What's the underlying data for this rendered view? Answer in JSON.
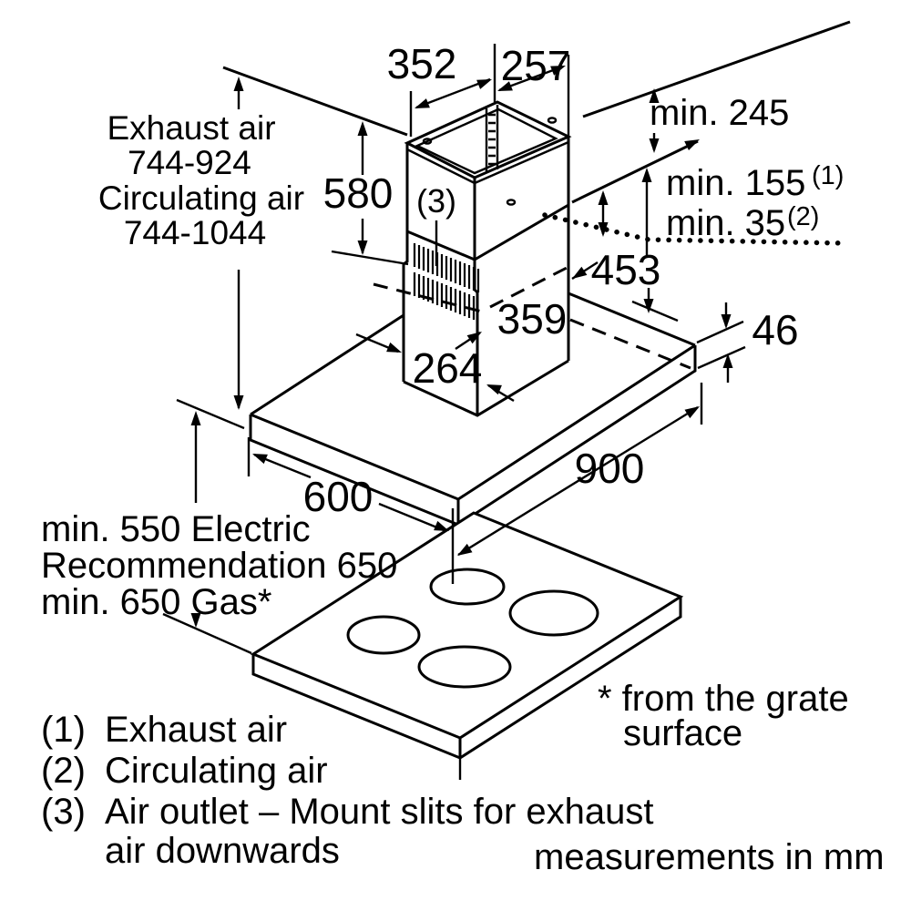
{
  "diagram": {
    "dims": {
      "w352": "352",
      "w257": "257",
      "min245": "min. 245",
      "h580": "580",
      "min155": "min. 155",
      "sup1": "(1)",
      "min35": "min. 35",
      "sup2": "(2)",
      "d453": "453",
      "w359": "359",
      "t46": "46",
      "d264": "264",
      "d600": "600",
      "w900": "900"
    },
    "height_note": {
      "l1": "Exhaust air",
      "l2": "744-924",
      "l3": "Circulating air",
      "l4": "744-1044"
    },
    "clearance_note": {
      "l1": "min. 550 Electric",
      "l2": "Recommendation 650",
      "l3": "min. 650 Gas*"
    },
    "callout3": "(3)",
    "footnote": {
      "l1": "* from the grate",
      "l2": "surface"
    },
    "legend": [
      {
        "num": "(1)",
        "text": "Exhaust air"
      },
      {
        "num": "(2)",
        "text": "Circulating air"
      },
      {
        "num": "(3)",
        "text": "Air outlet – Mount slits for exhaust",
        "text2": "air downwards"
      }
    ],
    "units": "measurements in mm",
    "colors": {
      "ink": "#000000",
      "background": "#ffffff"
    }
  }
}
